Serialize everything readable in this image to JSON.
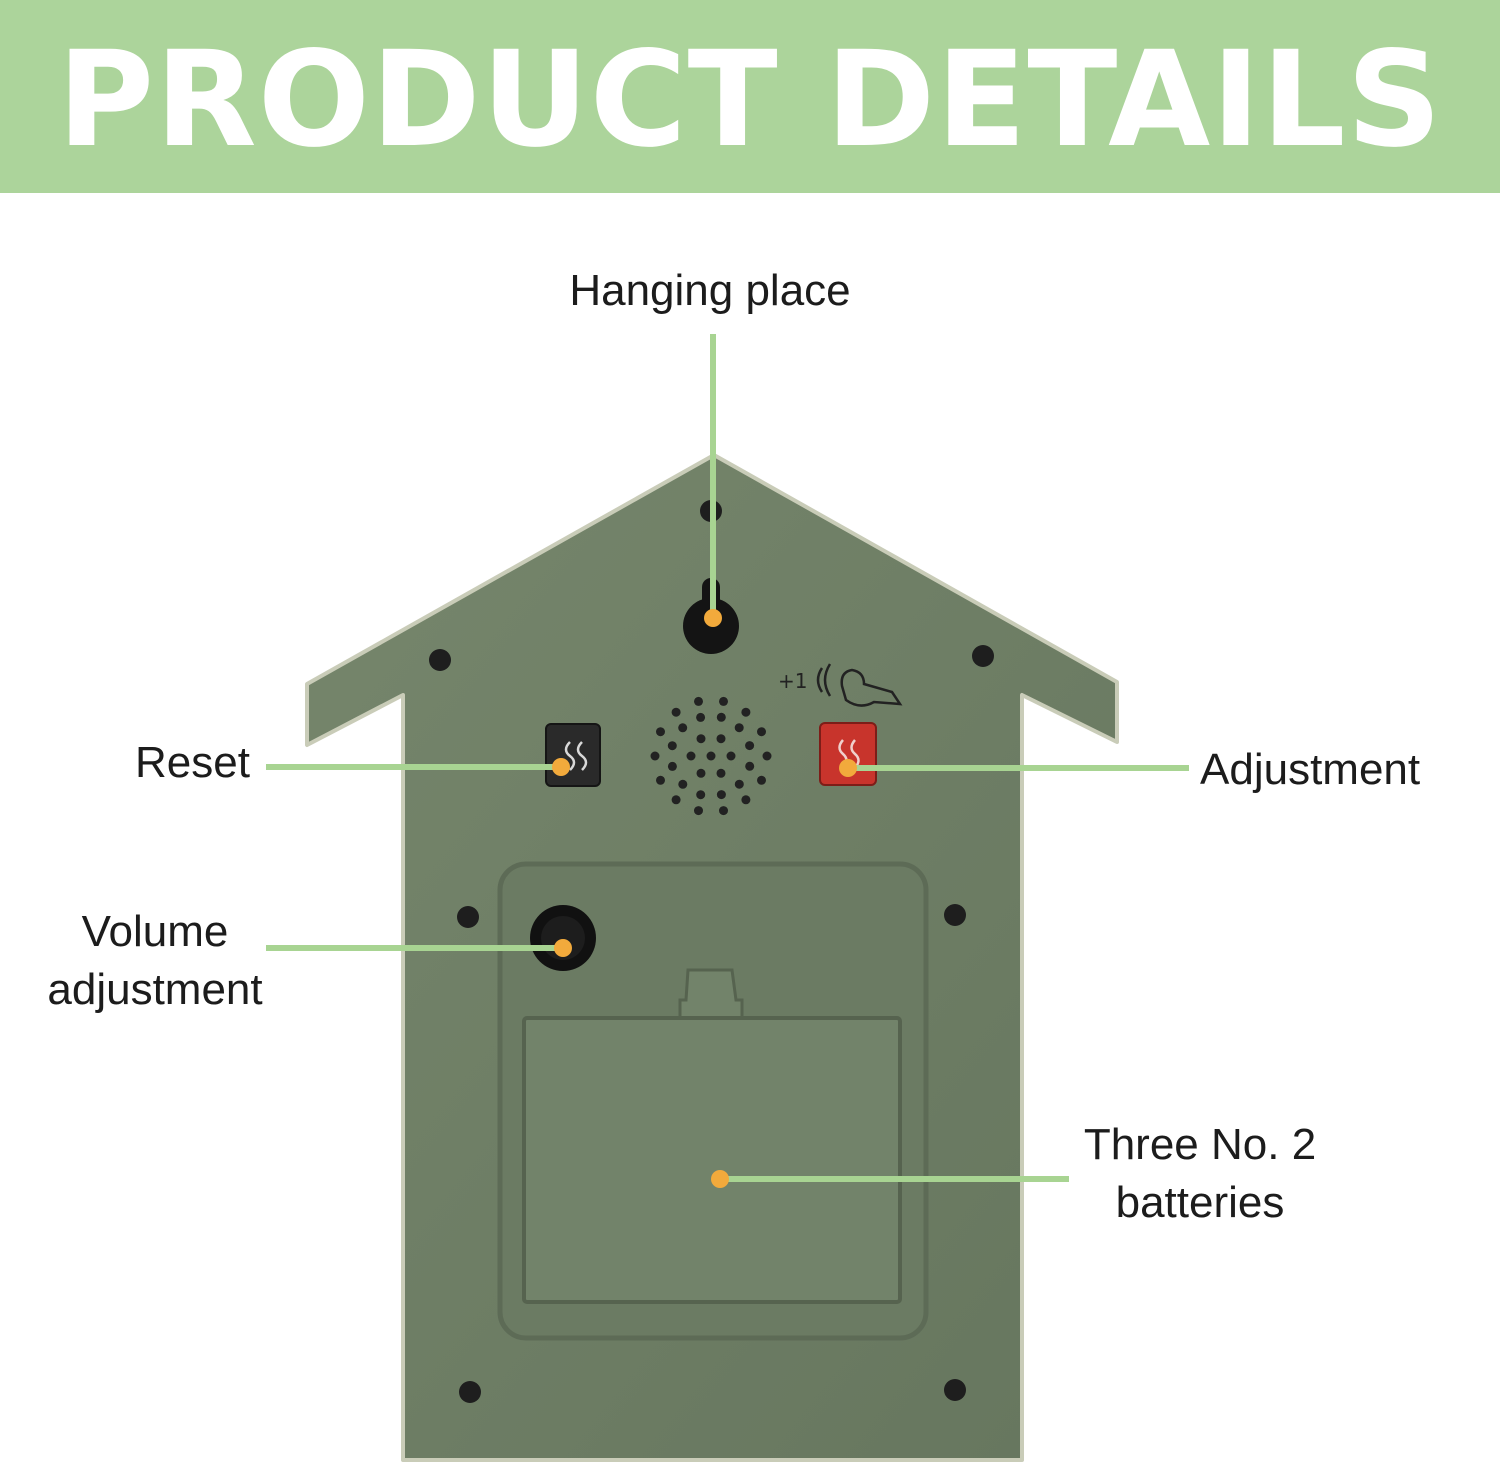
{
  "banner": {
    "title": "PRODUCT DETAILS"
  },
  "callouts": {
    "hanging": "Hanging place",
    "reset": "Reset",
    "adjustment": "Adjustment",
    "volume": [
      "Volume",
      "adjustment"
    ],
    "batteries": [
      "Three No. 2",
      "batteries"
    ]
  },
  "device": {
    "chime_text": "+1"
  },
  "colors": {
    "banner": "#acd49b",
    "device_body": "#6f7f67",
    "leader_line": "#a8d492",
    "marker_dot": "#f2aa3c",
    "adjust_button": "#c8342c",
    "reset_button": "#2a2a2a"
  }
}
